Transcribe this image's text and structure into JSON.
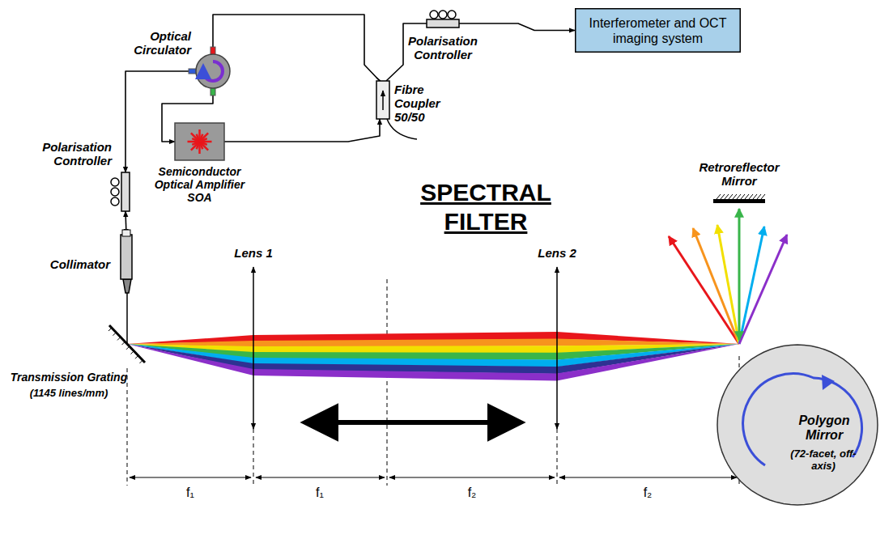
{
  "diagram": {
    "nodes": [
      {
        "text": [
          "Optical Circulator"
        ]
      },
      {
        "text": [
          "Semiconductor Optical Amplifier SOA"
        ]
      },
      {
        "text": [
          "Fibre Coupler 50/50"
        ]
      },
      {
        "text": [
          "Polarisation Controller"
        ]
      },
      {
        "text": [
          "Interferometer and OCT imaging system"
        ]
      },
      {
        "text": [
          "Polarisation Controller"
        ]
      },
      {
        "text": [
          "Collimator"
        ]
      },
      {
        "text": [
          "Transmission Grating",
          "(1145 lines/mm)"
        ]
      },
      {
        "text": [
          "Retroreflector Mirror"
        ]
      },
      {
        "text": [
          "Polygon Mirror",
          "(72-facet, off-axis)"
        ]
      }
    ],
    "edges": [
      {
        "from": 0,
        "to": 1,
        "arrow": "to"
      },
      {
        "from": 1,
        "to": 2,
        "arrow": "to"
      },
      {
        "from": 2,
        "to": 0,
        "arrow": "to"
      },
      {
        "from": 2,
        "to": 3,
        "arrow": "none"
      },
      {
        "from": 3,
        "to": 4,
        "arrow": "to"
      },
      {
        "from": 0,
        "to": 5,
        "arrow": "both"
      },
      {
        "from": 5,
        "to": 6,
        "arrow": "both"
      }
    ],
    "labels": [
      "SPECTRAL FILTER",
      "Lens 1",
      "Lens 2",
      "f₁",
      "f₁",
      "f₂",
      "f₂"
    ]
  }
}
